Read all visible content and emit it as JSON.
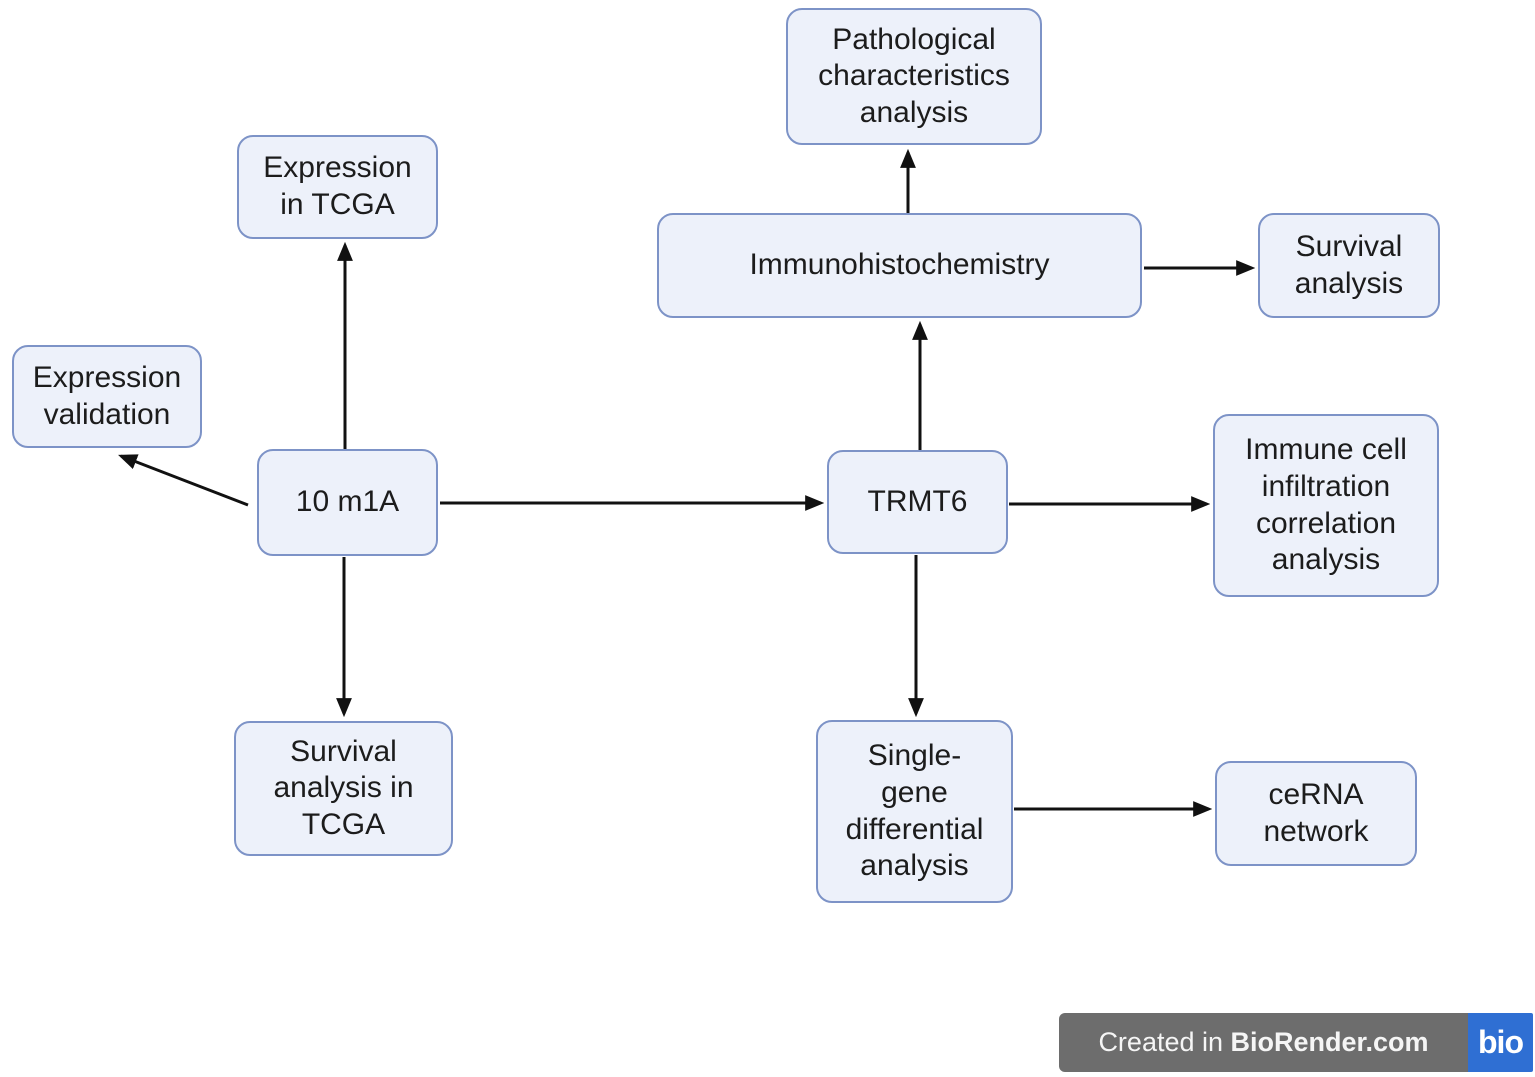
{
  "diagram": {
    "nodes": {
      "expression_tcga": {
        "label": "Expression\nin TCGA"
      },
      "expression_validation": {
        "label": "Expression\nvalidation"
      },
      "m1a": {
        "label": "10 m1A"
      },
      "immunohistochemistry": {
        "label": "Immunohistochemistry"
      },
      "pathological": {
        "label": "Pathological\ncharacteristics\nanalysis"
      },
      "survival_analysis": {
        "label": "Survival\nanalysis"
      },
      "trmt6": {
        "label": "TRMT6"
      },
      "immune_cell": {
        "label": "Immune cell\ninfiltration\ncorrelation\nanalysis"
      },
      "survival_tcga": {
        "label": "Survival\nanalysis in\nTCGA"
      },
      "single_gene": {
        "label": "Single-\ngene\ndifferential\nanalysis"
      },
      "cerna": {
        "label": "ceRNA\nnetwork"
      }
    },
    "edges": [
      {
        "from": "m1a",
        "to": "expression_tcga"
      },
      {
        "from": "m1a",
        "to": "expression_validation"
      },
      {
        "from": "m1a",
        "to": "survival_tcga"
      },
      {
        "from": "m1a",
        "to": "trmt6"
      },
      {
        "from": "trmt6",
        "to": "immunohistochemistry"
      },
      {
        "from": "trmt6",
        "to": "immune_cell"
      },
      {
        "from": "trmt6",
        "to": "single_gene"
      },
      {
        "from": "immunohistochemistry",
        "to": "pathological"
      },
      {
        "from": "immunohistochemistry",
        "to": "survival_analysis"
      },
      {
        "from": "single_gene",
        "to": "cerna"
      }
    ],
    "colors": {
      "node_fill": "#edf1fa",
      "node_border": "#7d93c7",
      "node_text": "#1c1c1c",
      "arrow": "#111111",
      "badge_bg": "#6d6d6d",
      "badge_text": "#f5f5f5",
      "logo_bg": "#2f6fd3"
    }
  },
  "badge": {
    "prefix": "Created in ",
    "brand": "BioRender.com",
    "logo": "bio"
  }
}
